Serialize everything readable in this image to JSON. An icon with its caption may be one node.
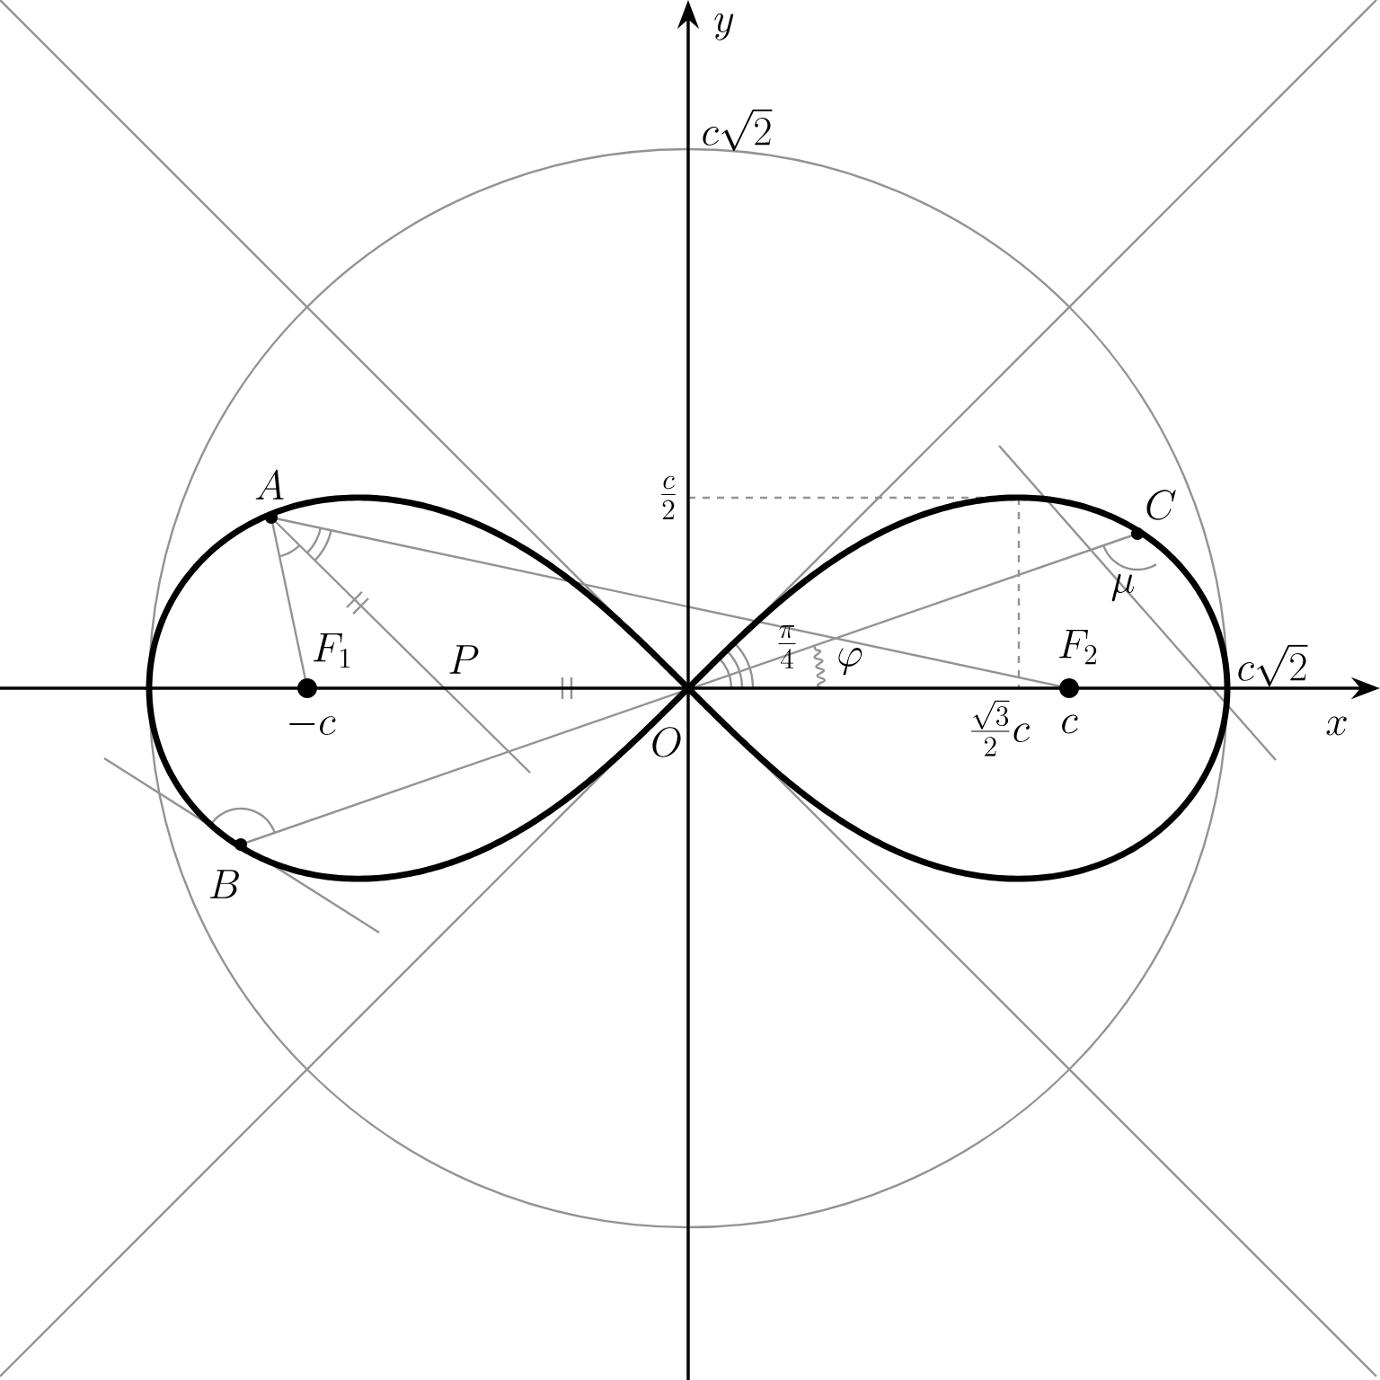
{
  "diagram": {
    "labels": [
      "y",
      "c\\sqrt{2}",
      "A",
      "C",
      "\\frac{c}{2}",
      "F_1",
      "P",
      "\\frac{\\pi}{4}",
      "\\varphi",
      "F_2",
      "\\mu",
      "c\\sqrt{2}",
      "-c",
      "O",
      "\\frac{\\sqrt{3}}{2}c",
      "c",
      "x",
      "B"
    ]
  }
}
